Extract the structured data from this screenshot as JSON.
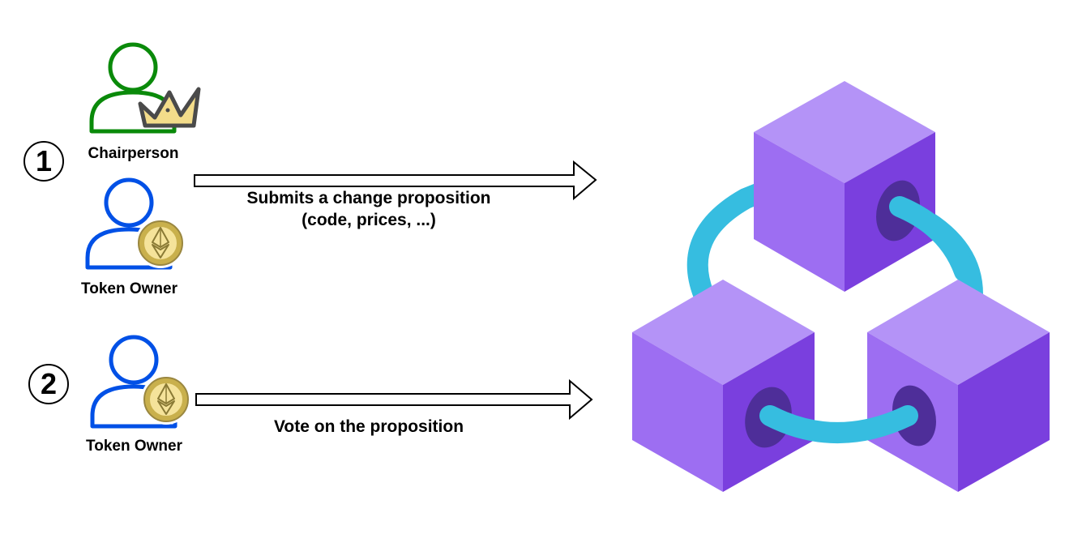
{
  "steps": [
    {
      "number": "1",
      "actors": [
        {
          "role": "Chairperson",
          "icon": "chairperson-icon",
          "color": "#0a8a0a",
          "badge": "crown-icon"
        },
        {
          "role": "Token Owner",
          "icon": "token-owner-icon",
          "color": "#0050e6",
          "badge": "ethereum-coin-icon"
        }
      ],
      "action_line1": "Submits a change proposition",
      "action_line2": "(code, prices, ...)"
    },
    {
      "number": "2",
      "actors": [
        {
          "role": "Token Owner",
          "icon": "token-owner-icon",
          "color": "#0050e6",
          "badge": "ethereum-coin-icon"
        }
      ],
      "action_line1": "Vote on the proposition"
    }
  ],
  "blockchain": {
    "icon": "blockchain-icon",
    "block_color": "#9b6bf0",
    "link_color": "#36bde0"
  }
}
